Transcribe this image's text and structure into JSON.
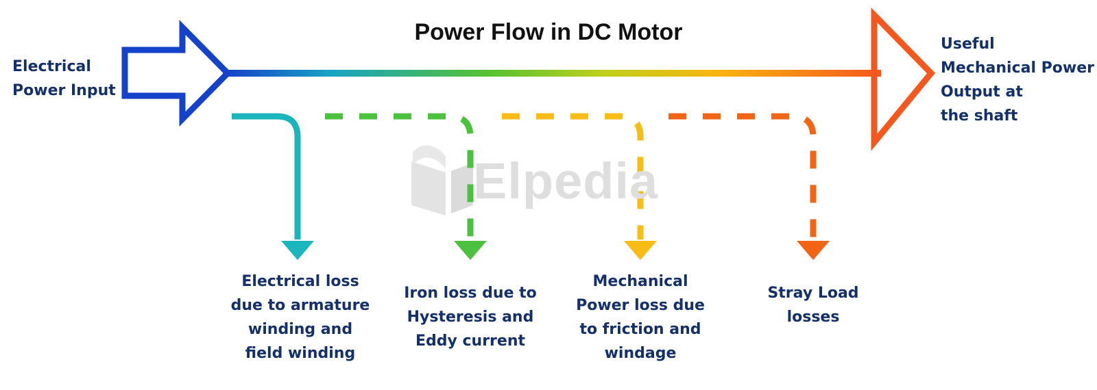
{
  "title": "Power Flow in DC Motor",
  "input_label": "Electrical\nPower Input",
  "output_label": "Useful\nMechanical Power\nOutput at\nthe shaft",
  "watermark": "Elpedia",
  "losses": [
    {
      "label": "Electrical loss\ndue to armature\nwinding and\nfield winding",
      "color": "#1ab5bd"
    },
    {
      "label": "Iron loss due to\nHysteresis and\nEddy current",
      "color": "#4cc13f"
    },
    {
      "label": "Mechanical\nPower loss due\nto friction and\nwindage",
      "color": "#f7bd16"
    },
    {
      "label": "Stray Load\nlosses",
      "color": "#f26416"
    }
  ],
  "colors": {
    "input_arrow": "#1443c9",
    "output_arrow": "#f5581e",
    "text": "#14306b",
    "gradient": [
      "#1443c9",
      "#1aa3c4",
      "#56c232",
      "#c2cf1c",
      "#f7b50f",
      "#f5581e"
    ]
  }
}
